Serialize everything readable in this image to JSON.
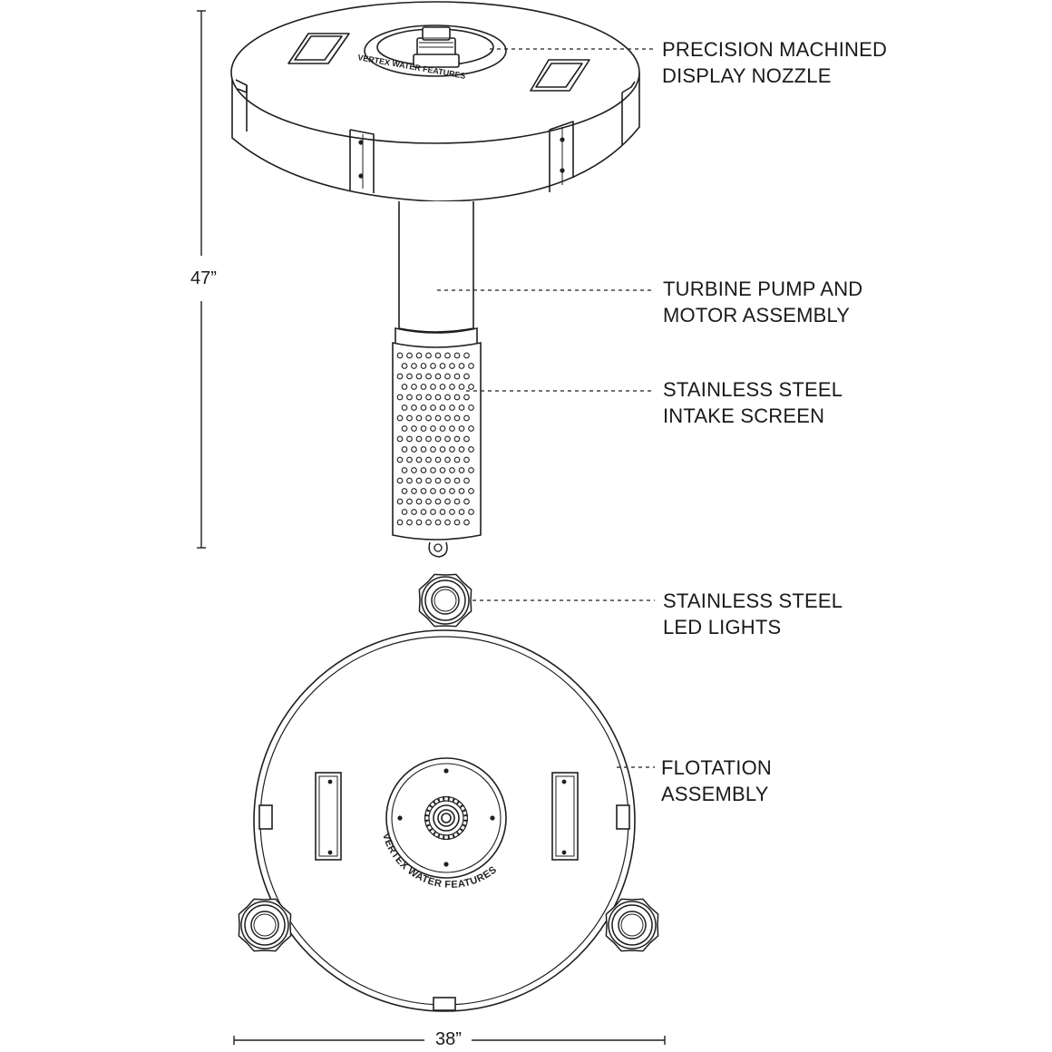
{
  "dimensions": {
    "height_label": "47”",
    "width_label": "38”"
  },
  "callouts": [
    {
      "id": "nozzle",
      "lines": [
        "PRECISION MACHINED",
        "DISPLAY NOZZLE"
      ]
    },
    {
      "id": "pump",
      "lines": [
        "TURBINE PUMP AND",
        "MOTOR ASSEMBLY"
      ]
    },
    {
      "id": "screen",
      "lines": [
        "STAINLESS STEEL",
        "INTAKE SCREEN"
      ]
    },
    {
      "id": "lights",
      "lines": [
        "STAINLESS STEEL",
        "LED LIGHTS"
      ]
    },
    {
      "id": "float",
      "lines": [
        "FLOTATION",
        "ASSEMBLY"
      ]
    }
  ],
  "brand": {
    "side_text": "VERTEX WATER FEATURES",
    "top_text": "VERTEX WATER FEATURES"
  },
  "colors": {
    "line": "#1f1f1f",
    "background": "#ffffff"
  }
}
